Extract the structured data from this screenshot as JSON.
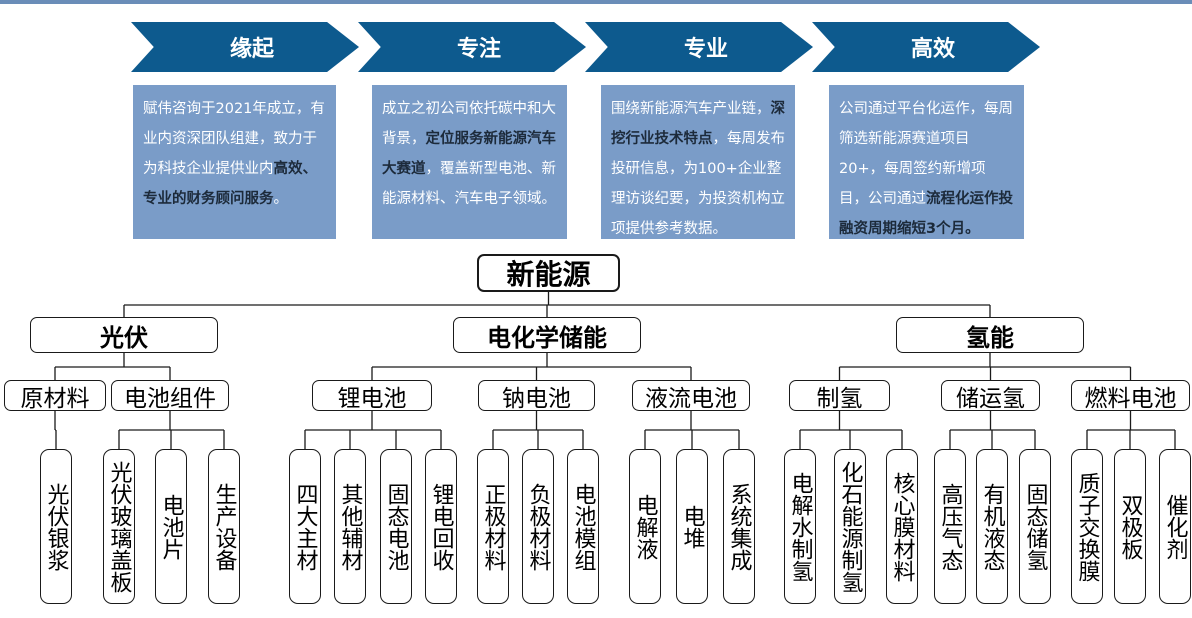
{
  "colors": {
    "arrow": "#0d5a8e",
    "panel": "#7a9cc8",
    "topbar": "#6a8db8",
    "line": "#1a1a1a"
  },
  "header": {
    "steps": [
      {
        "label": "缘起",
        "desc": [
          {
            "t": "赋伟咨询于2021年成立，有业内资深团队组建，致力于为科技企业提供业内"
          },
          {
            "t": "高效、专业的财务顾问服务",
            "b": true
          },
          {
            "t": "。"
          }
        ]
      },
      {
        "label": "专注",
        "desc": [
          {
            "t": "成立之初公司依托碳中和大背景，"
          },
          {
            "t": "定位服务新能源汽车大赛道",
            "b": true
          },
          {
            "t": "，覆盖新型电池、新能源材料、汽车电子领域。"
          }
        ]
      },
      {
        "label": "专业",
        "desc": [
          {
            "t": "围绕新能源汽车产业链，"
          },
          {
            "t": "深挖行业技术特点",
            "b": true
          },
          {
            "t": "，每周发布投研信息，为100+企业整理访谈纪要，为投资机构立项提供参考数据。"
          }
        ]
      },
      {
        "label": "高效",
        "desc": [
          {
            "t": "公司通过平台化运作，每周筛选新能源赛道项目20+，每周签约新增项目，公司通过"
          },
          {
            "t": "流程化运作投融资周期缩短3个月。",
            "b": true
          }
        ]
      }
    ]
  },
  "tree": {
    "root": "新能源",
    "categories": [
      {
        "label": "光伏",
        "groups": [
          {
            "label": "原材料",
            "leaves": [
              "光伏银浆"
            ]
          },
          {
            "label": "电池组件",
            "leaves": [
              "光伏玻璃盖板",
              "电池片",
              "生产设备"
            ]
          }
        ]
      },
      {
        "label": "电化学储能",
        "groups": [
          {
            "label": "锂电池",
            "leaves": [
              "四大主材",
              "其他辅材",
              "固态电池",
              "锂电回收"
            ]
          },
          {
            "label": "钠电池",
            "leaves": [
              "正极材料",
              "负极材料",
              "电池模组"
            ]
          },
          {
            "label": "液流电池",
            "leaves": [
              "电解液",
              "电堆",
              "系统集成"
            ]
          }
        ]
      },
      {
        "label": "氢能",
        "groups": [
          {
            "label": "制氢",
            "leaves": [
              "电解水制氢",
              "化石能源制氢",
              "核心膜材料"
            ]
          },
          {
            "label": "储运氢",
            "leaves": [
              "高压气态",
              "有机液态",
              "固态储氢"
            ]
          },
          {
            "label": "燃料电池",
            "leaves": [
              "质子交换膜",
              "双极板",
              "催化剂"
            ]
          }
        ]
      }
    ]
  }
}
